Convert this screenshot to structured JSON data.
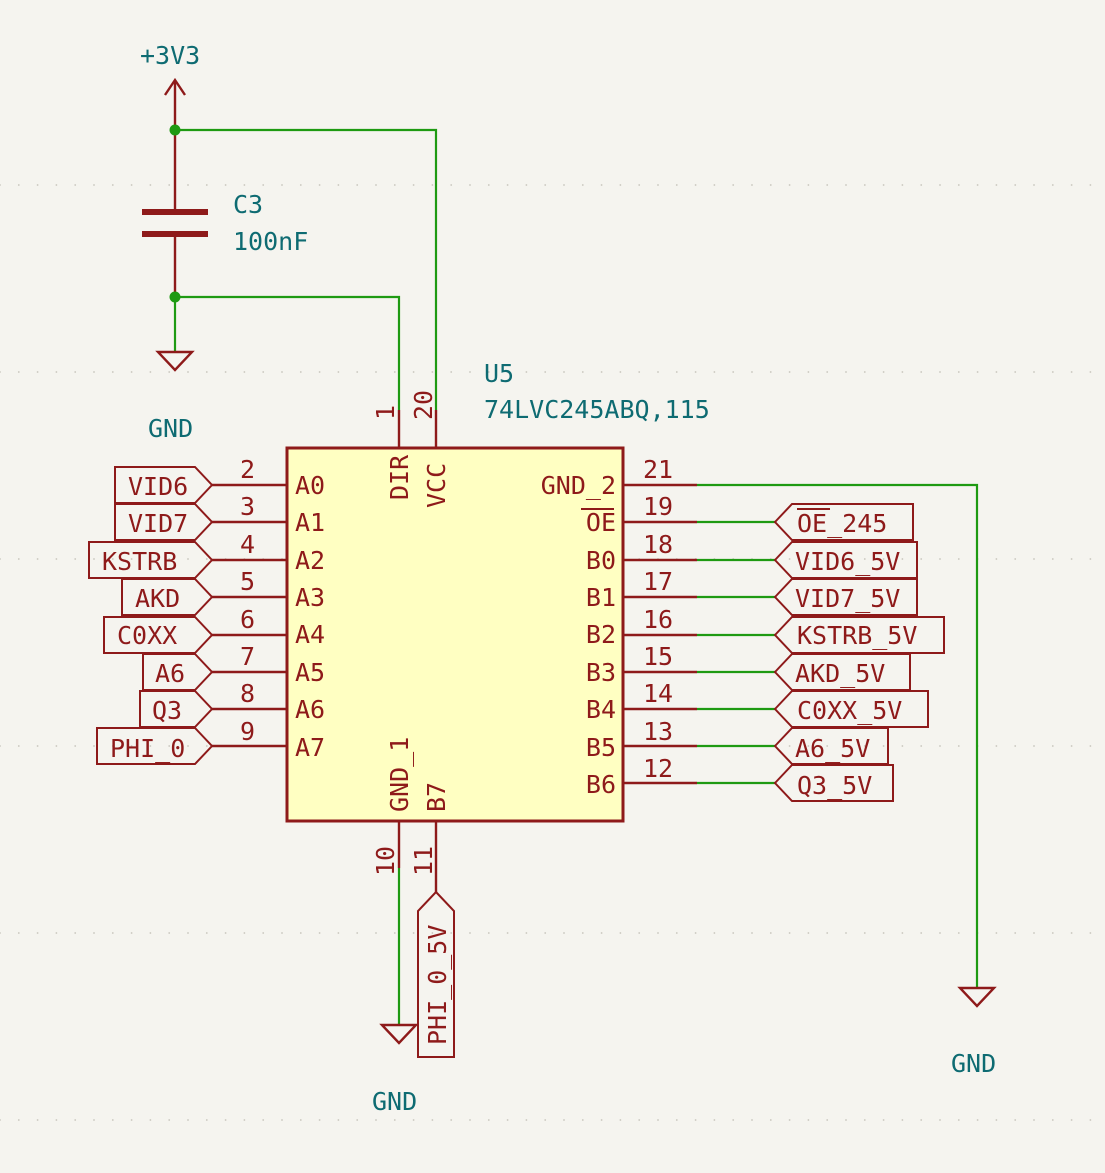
{
  "colors": {
    "background": "#f5f4ef",
    "wire": "#1e9a12",
    "symbol": "#8e1a1a",
    "body_fill": "#ffffc2",
    "power_text": "#0e6b72"
  },
  "power": {
    "vcc_label": "+3V3",
    "gnd_label": "GND"
  },
  "capacitor": {
    "ref": "C3",
    "value": "100nF"
  },
  "ic": {
    "ref": "U5",
    "value": "74LVC245ABQ,115",
    "left_pins": [
      {
        "num": "2",
        "name": "A0",
        "net": "VID6"
      },
      {
        "num": "3",
        "name": "A1",
        "net": "VID7"
      },
      {
        "num": "4",
        "name": "A2",
        "net": "KSTRB"
      },
      {
        "num": "5",
        "name": "A3",
        "net": "AKD"
      },
      {
        "num": "6",
        "name": "A4",
        "net": "C0XX"
      },
      {
        "num": "7",
        "name": "A5",
        "net": "A6"
      },
      {
        "num": "8",
        "name": "A6",
        "net": "Q3"
      },
      {
        "num": "9",
        "name": "A7",
        "net": "PHI_0"
      }
    ],
    "right_pins": [
      {
        "num": "21",
        "name": "GND_2",
        "net": ""
      },
      {
        "num": "19",
        "name": "OE",
        "net": "OE_245"
      },
      {
        "num": "18",
        "name": "B0",
        "net": "VID6_5V"
      },
      {
        "num": "17",
        "name": "B1",
        "net": "VID7_5V"
      },
      {
        "num": "16",
        "name": "B2",
        "net": "KSTRB_5V"
      },
      {
        "num": "15",
        "name": "B3",
        "net": "AKD_5V"
      },
      {
        "num": "14",
        "name": "B4",
        "net": "C0XX_5V"
      },
      {
        "num": "13",
        "name": "B5",
        "net": "A6_5V"
      },
      {
        "num": "12",
        "name": "B6",
        "net": "Q3_5V"
      }
    ],
    "top_pins": [
      {
        "num": "1",
        "name": "DIR"
      },
      {
        "num": "20",
        "name": "VCC"
      }
    ],
    "bottom_pins": [
      {
        "num": "10",
        "name": "GND_1"
      },
      {
        "num": "11",
        "name": "B7",
        "net": "PHI_0_5V"
      }
    ]
  }
}
